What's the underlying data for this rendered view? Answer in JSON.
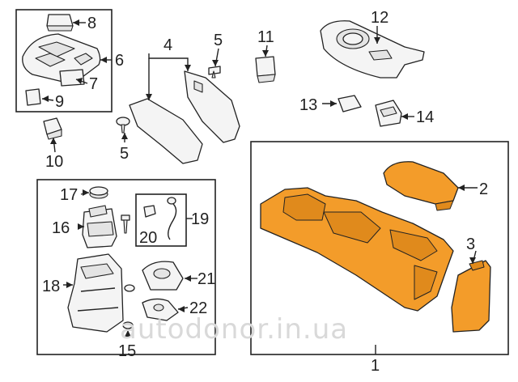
{
  "labels": {
    "l1": "1",
    "l2": "2",
    "l3": "3",
    "l4": "4",
    "l5a": "5",
    "l5b": "5",
    "l6": "6",
    "l7": "7",
    "l8": "8",
    "l9": "9",
    "l10": "10",
    "l11": "11",
    "l12": "12",
    "l13": "13",
    "l14": "14",
    "l15": "15",
    "l16": "16",
    "l17": "17",
    "l18": "18",
    "l19": "19",
    "l20": "20",
    "l21": "21",
    "l22": "22"
  },
  "watermark": "autodonor.in.ua",
  "colors": {
    "highlight": "#f39c2a",
    "line": "#222222",
    "watermark": "#d9d9d9"
  }
}
